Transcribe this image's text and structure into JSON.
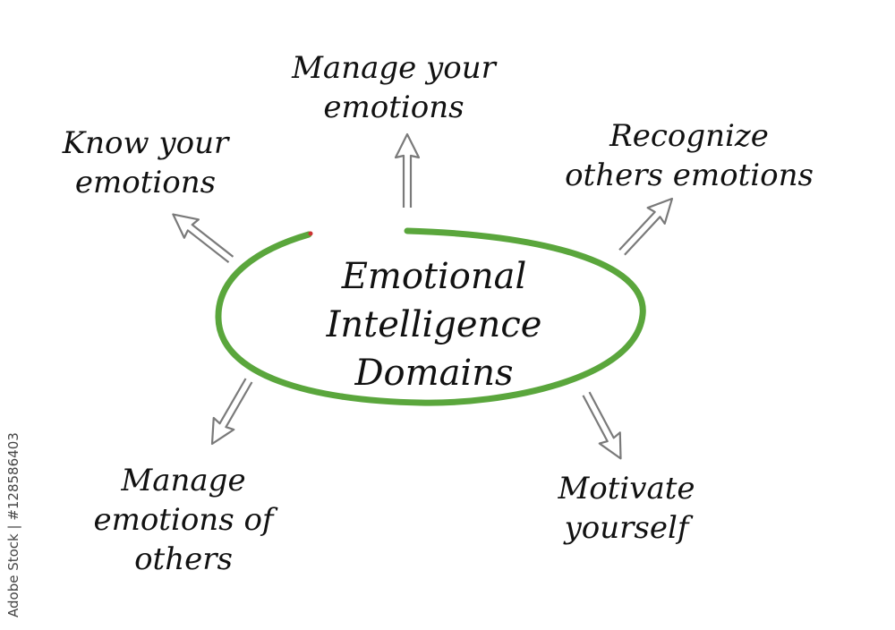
{
  "center": {
    "line1": "Emotional",
    "line2": "Intelligence",
    "line3": "Domains"
  },
  "domains": {
    "know": {
      "line1": "Know your",
      "line2": "emotions"
    },
    "manage": {
      "line1": "Manage your",
      "line2": "emotions"
    },
    "recognize": {
      "line1": "Recognize",
      "line2": "others emotions"
    },
    "others": {
      "line1": "Manage",
      "line2": "emotions of",
      "line3": "others"
    },
    "motivate": {
      "line1": "Motivate",
      "line2": "yourself"
    }
  },
  "watermark": "Adobe Stock | #128586403",
  "colors": {
    "ring": "#5aa63c",
    "arrow": "#7a7a7a",
    "text": "#111111"
  },
  "icons": [
    "hollow-arrow-icon"
  ]
}
